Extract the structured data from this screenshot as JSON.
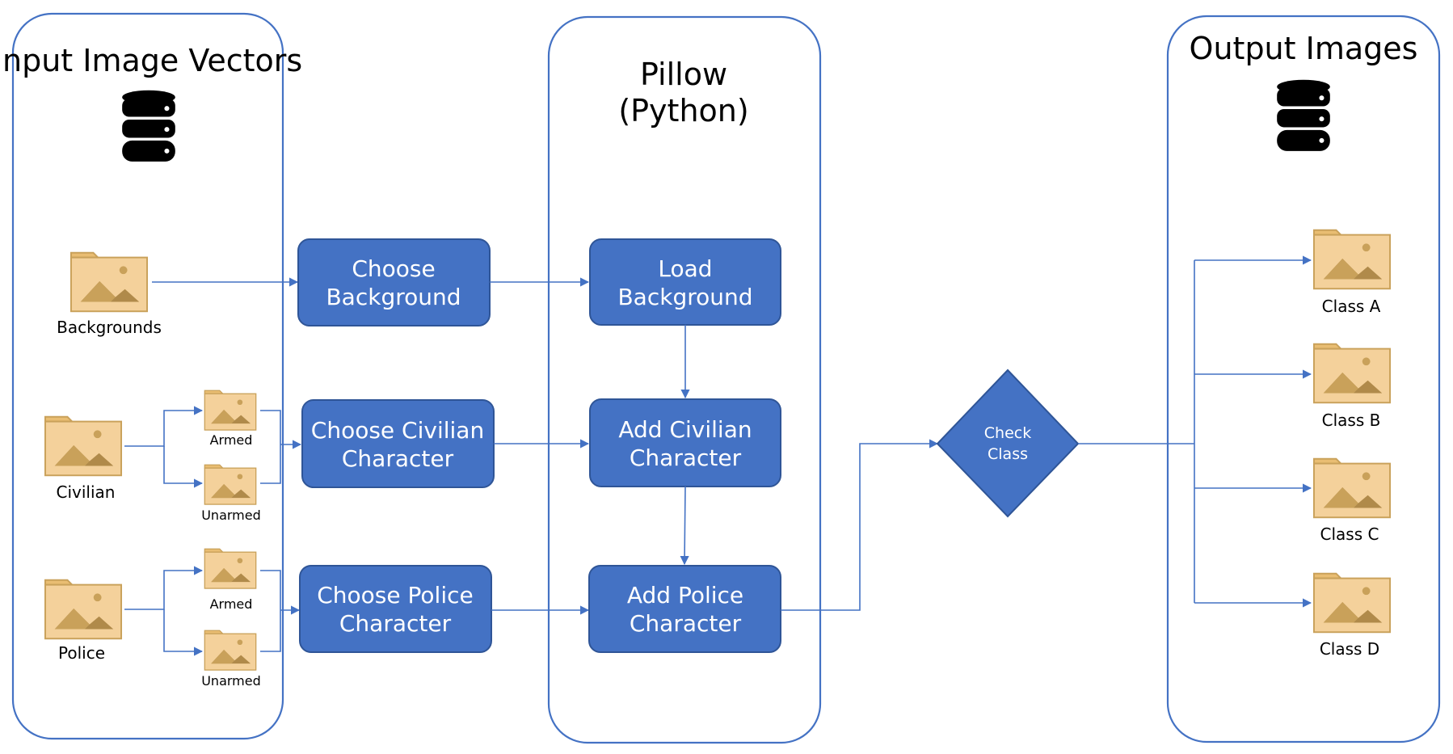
{
  "panels": {
    "input": {
      "title": "Input Image Vectors"
    },
    "pillow": {
      "title_line1": "Pillow",
      "title_line2": "(Python)"
    },
    "output": {
      "title": "Output Images"
    }
  },
  "icons": {
    "database": "database-icon",
    "folder": "image-folder-icon"
  },
  "inputs": {
    "backgrounds": "Backgrounds",
    "civilian": "Civilian",
    "civilian_armed": "Armed",
    "civilian_unarmed": "Unarmed",
    "police": "Police",
    "police_armed": "Armed",
    "police_unarmed": "Unarmed"
  },
  "choose": {
    "background": [
      "Choose",
      "Background"
    ],
    "civilian": [
      "Choose Civilian",
      "Character"
    ],
    "police": [
      "Choose Police",
      "Character"
    ]
  },
  "pillow_steps": {
    "load_background": [
      "Load",
      "Background"
    ],
    "add_civilian": [
      "Add Civilian",
      "Character"
    ],
    "add_police": [
      "Add Police",
      "Character"
    ]
  },
  "decision": [
    "Check",
    "Class"
  ],
  "outputs": {
    "class_a": "Class A",
    "class_b": "Class B",
    "class_c": "Class C",
    "class_d": "Class D"
  },
  "colors": {
    "box_fill": "#4472c4",
    "box_border": "#2f5597",
    "line": "#4472c4",
    "folder_fill": "#f4d19b",
    "folder_border": "#c9a15a",
    "mountain": "#b08a4a"
  }
}
